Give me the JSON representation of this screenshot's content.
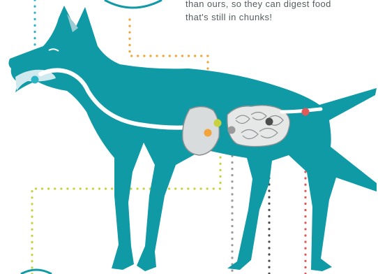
{
  "caption": {
    "line1": "than ours, so they can digest food",
    "line2": "that's still in chunks!"
  },
  "colors": {
    "body": "#0f9aa5",
    "tract": "#ffffff",
    "organ": "#d9dcdc",
    "organ_outline": "#8a8f92",
    "dot_teal": "#2ab5c7",
    "dot_orange": "#f2a43a",
    "dot_yellow": "#c7d23d",
    "dot_gray": "#9a9a9a",
    "dot_dark": "#4d4d4d",
    "dot_red": "#e05a5a"
  },
  "markers": [
    {
      "name": "mouth-marker",
      "color": "#2ab5c7"
    },
    {
      "name": "esophagus-marker",
      "color": "#f2a43a"
    },
    {
      "name": "stomach-marker",
      "color": "#c7d23d"
    },
    {
      "name": "small-intestine-marker",
      "color": "#9a9a9a"
    },
    {
      "name": "large-intestine-marker",
      "color": "#4d4d4d"
    },
    {
      "name": "rectum-marker",
      "color": "#e05a5a"
    }
  ]
}
